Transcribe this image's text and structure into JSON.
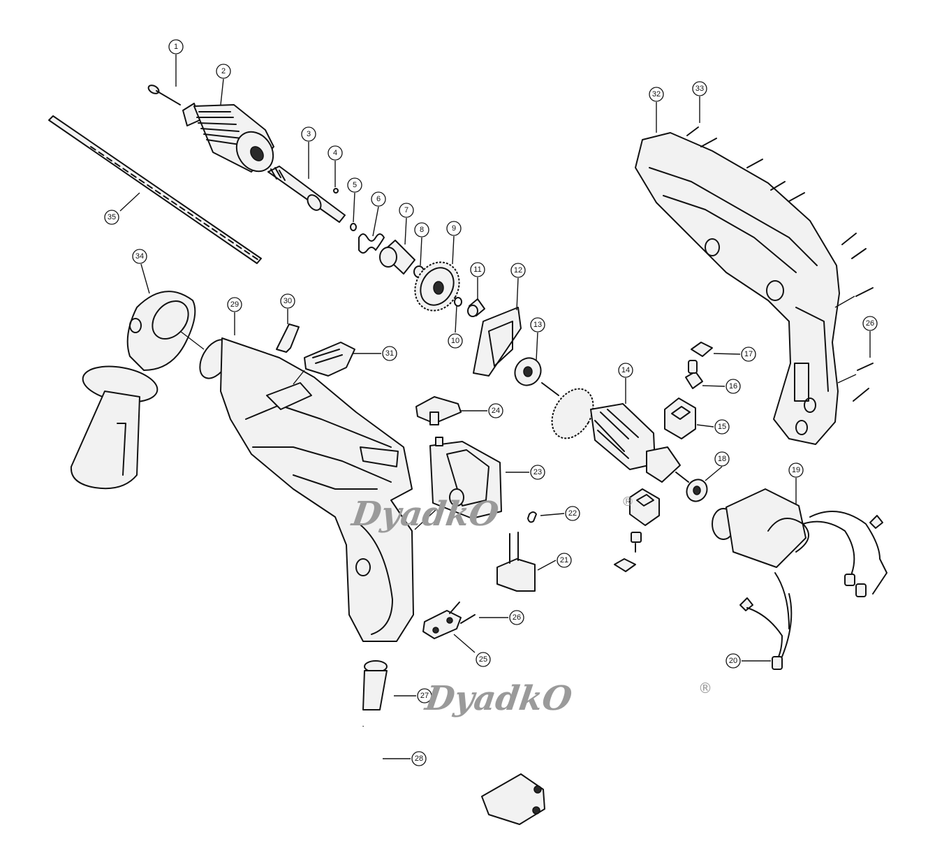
{
  "colors": {
    "line": "#111111",
    "background": "#ffffff",
    "watermark": "#9a9a9a"
  },
  "watermark": {
    "text": "DyadkO",
    "registered_mark": "®"
  },
  "callouts": [
    {
      "id": "1"
    },
    {
      "id": "2"
    },
    {
      "id": "3"
    },
    {
      "id": "4"
    },
    {
      "id": "5"
    },
    {
      "id": "6"
    },
    {
      "id": "7"
    },
    {
      "id": "8"
    },
    {
      "id": "9"
    },
    {
      "id": "10"
    },
    {
      "id": "11"
    },
    {
      "id": "12"
    },
    {
      "id": "13"
    },
    {
      "id": "14"
    },
    {
      "id": "15"
    },
    {
      "id": "16"
    },
    {
      "id": "17"
    },
    {
      "id": "18"
    },
    {
      "id": "19"
    },
    {
      "id": "20"
    },
    {
      "id": "21"
    },
    {
      "id": "22"
    },
    {
      "id": "23"
    },
    {
      "id": "24"
    },
    {
      "id": "25"
    },
    {
      "id": "26"
    },
    {
      "id": "26"
    },
    {
      "id": "27"
    },
    {
      "id": "28"
    },
    {
      "id": "29"
    },
    {
      "id": "30"
    },
    {
      "id": "31"
    },
    {
      "id": "32"
    },
    {
      "id": "33"
    },
    {
      "id": "34"
    },
    {
      "id": "35"
    }
  ]
}
